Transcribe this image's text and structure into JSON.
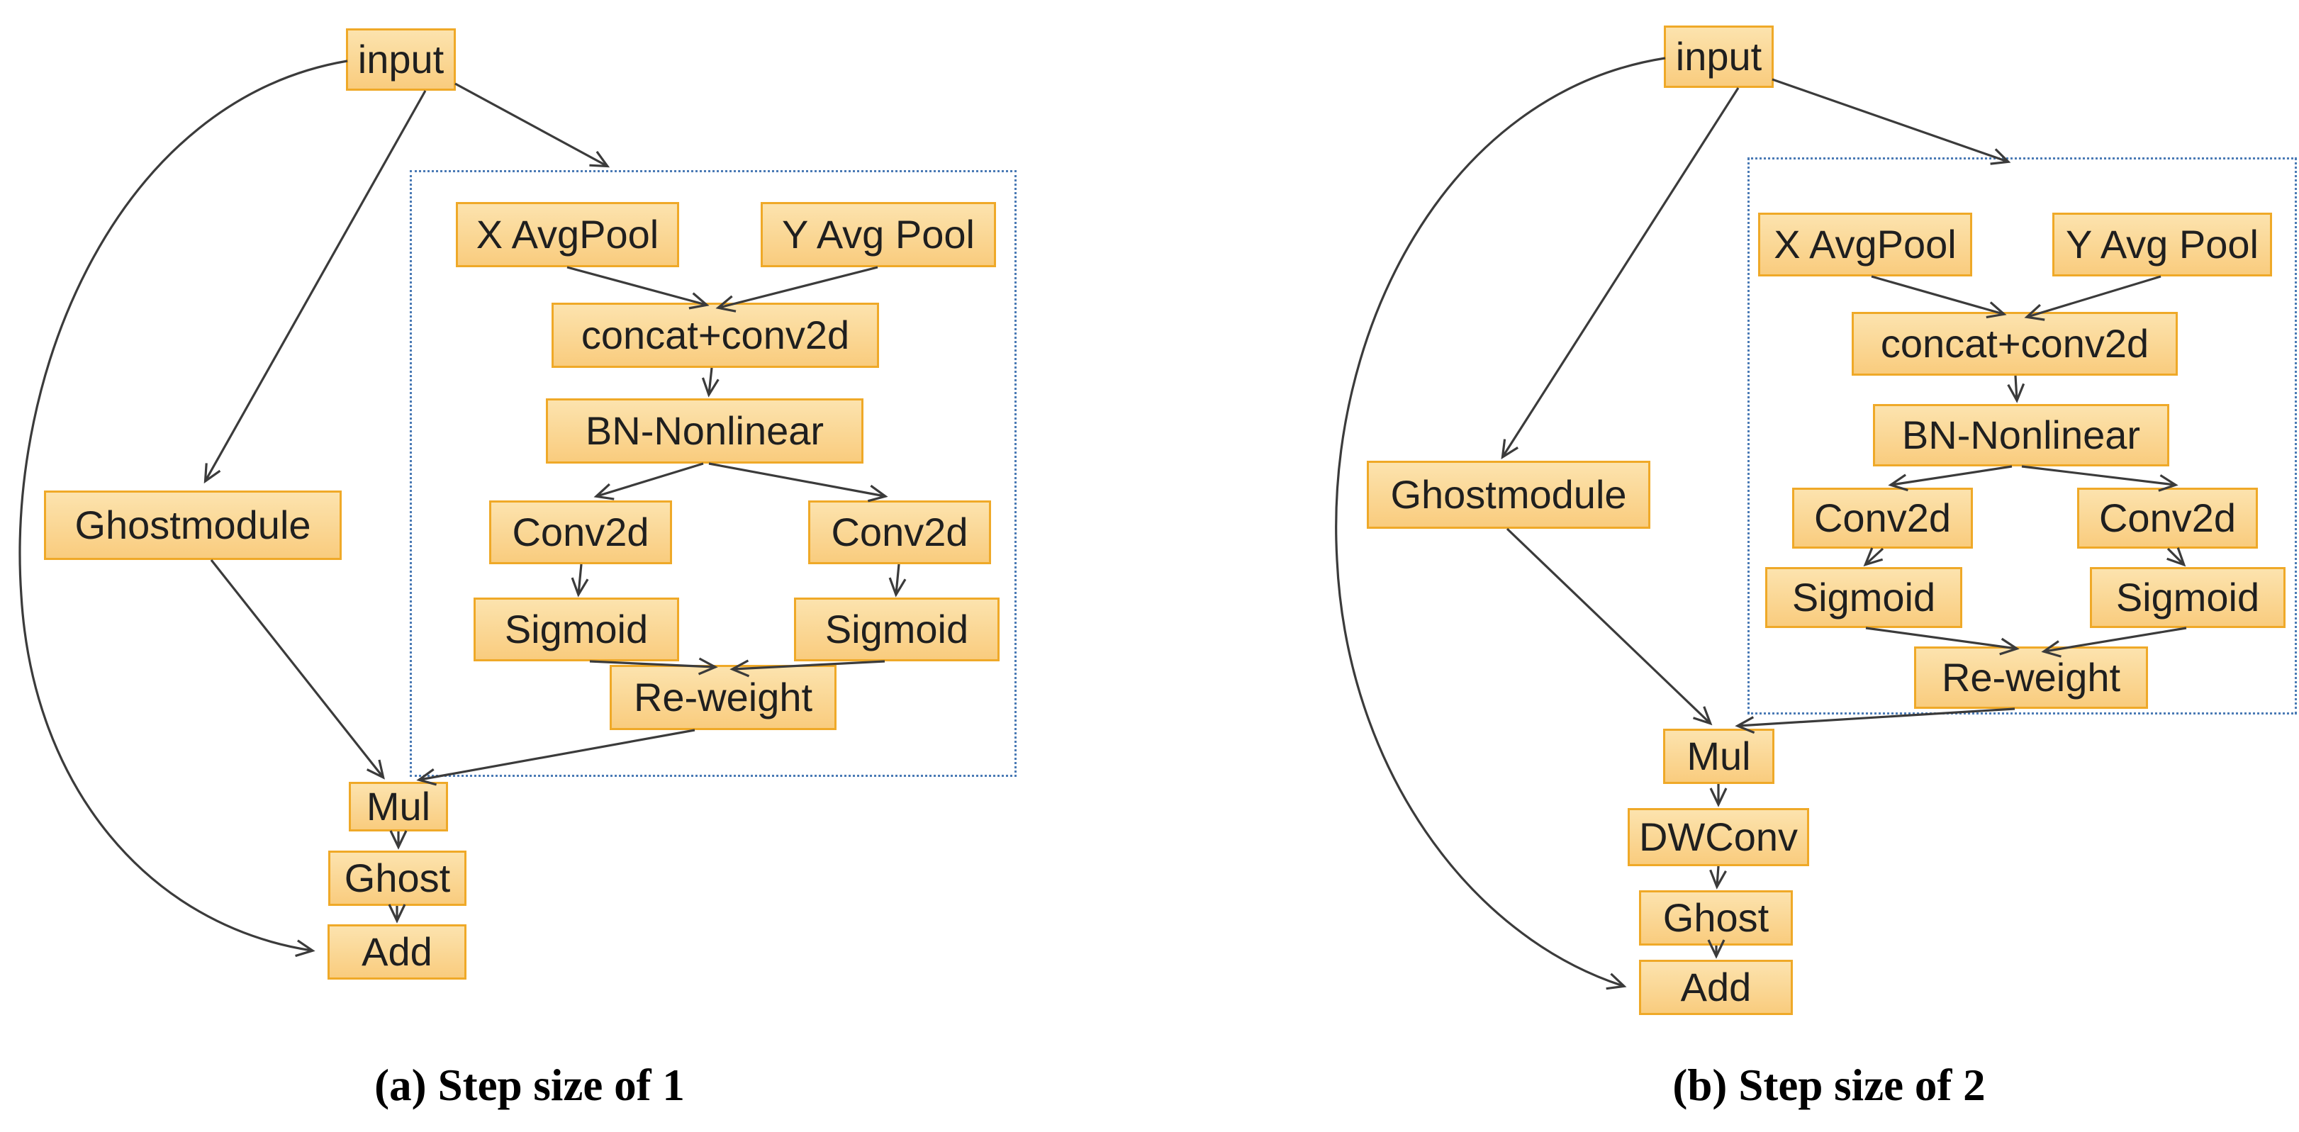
{
  "panels": [
    {
      "id": "a",
      "caption": {
        "label": "(a)",
        "text": "Step size of 1"
      },
      "nodes": {
        "input": "input",
        "ghostmodule": "Ghostmodule",
        "x_avgpool": "X AvgPool",
        "y_avgpool": "Y Avg Pool",
        "concat_conv": "concat+conv2d",
        "bn_nonlinear": "BN-Nonlinear",
        "conv2d_left": "Conv2d",
        "conv2d_right": "Conv2d",
        "sigmoid_left": "Sigmoid",
        "sigmoid_right": "Sigmoid",
        "reweight": "Re-weight",
        "mul": "Mul",
        "ghost": "Ghost",
        "add": "Add"
      }
    },
    {
      "id": "b",
      "caption": {
        "label": "(b)",
        "text": "Step size of 2"
      },
      "nodes": {
        "input": "input",
        "ghostmodule": "Ghostmodule",
        "x_avgpool": "X AvgPool",
        "y_avgpool": "Y Avg Pool",
        "concat_conv": "concat+conv2d",
        "bn_nonlinear": "BN-Nonlinear",
        "conv2d_left": "Conv2d",
        "conv2d_right": "Conv2d",
        "sigmoid_left": "Sigmoid",
        "sigmoid_right": "Sigmoid",
        "reweight": "Re-weight",
        "mul": "Mul",
        "dwconv": "DWConv",
        "ghost": "Ghost",
        "add": "Add"
      }
    }
  ],
  "colors": {
    "box_fill_top": "#FCE3AE",
    "box_fill_bottom": "#F9CC7E",
    "box_border": "#EFA928",
    "dotted_border": "#4A7AB5",
    "arrow": "#3B3B3B"
  }
}
